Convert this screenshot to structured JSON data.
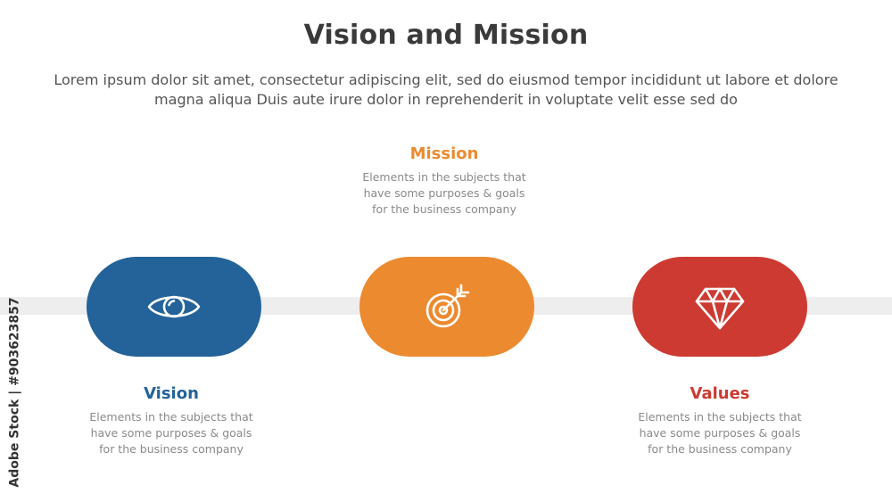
{
  "title": "Vision and Mission",
  "subtitle": "Lorem ipsum dolor sit amet, consectetur adipiscing elit, sed do eiusmod tempor incididunt ut labore et dolore magna aliqua Duis aute irure dolor in reprehenderit in voluptate velit esse sed do",
  "items": [
    {
      "heading": "Vision",
      "description": "Elements in the subjects that\nhave  some purposes & goals\nfor the  business company",
      "color": "#236399",
      "icon": "eye-icon"
    },
    {
      "heading": "Mission",
      "description": "Elements in the subjects that\nhave  some purposes & goals\nfor the  business company",
      "color": "#ec8a30",
      "icon": "target-icon"
    },
    {
      "heading": "Values",
      "description": "Elements in the subjects that\nhave  some purposes & goals\nfor the  business company",
      "color": "#cc3a31",
      "icon": "diamond-icon"
    }
  ],
  "watermark": "Adobe Stock | #903623857"
}
